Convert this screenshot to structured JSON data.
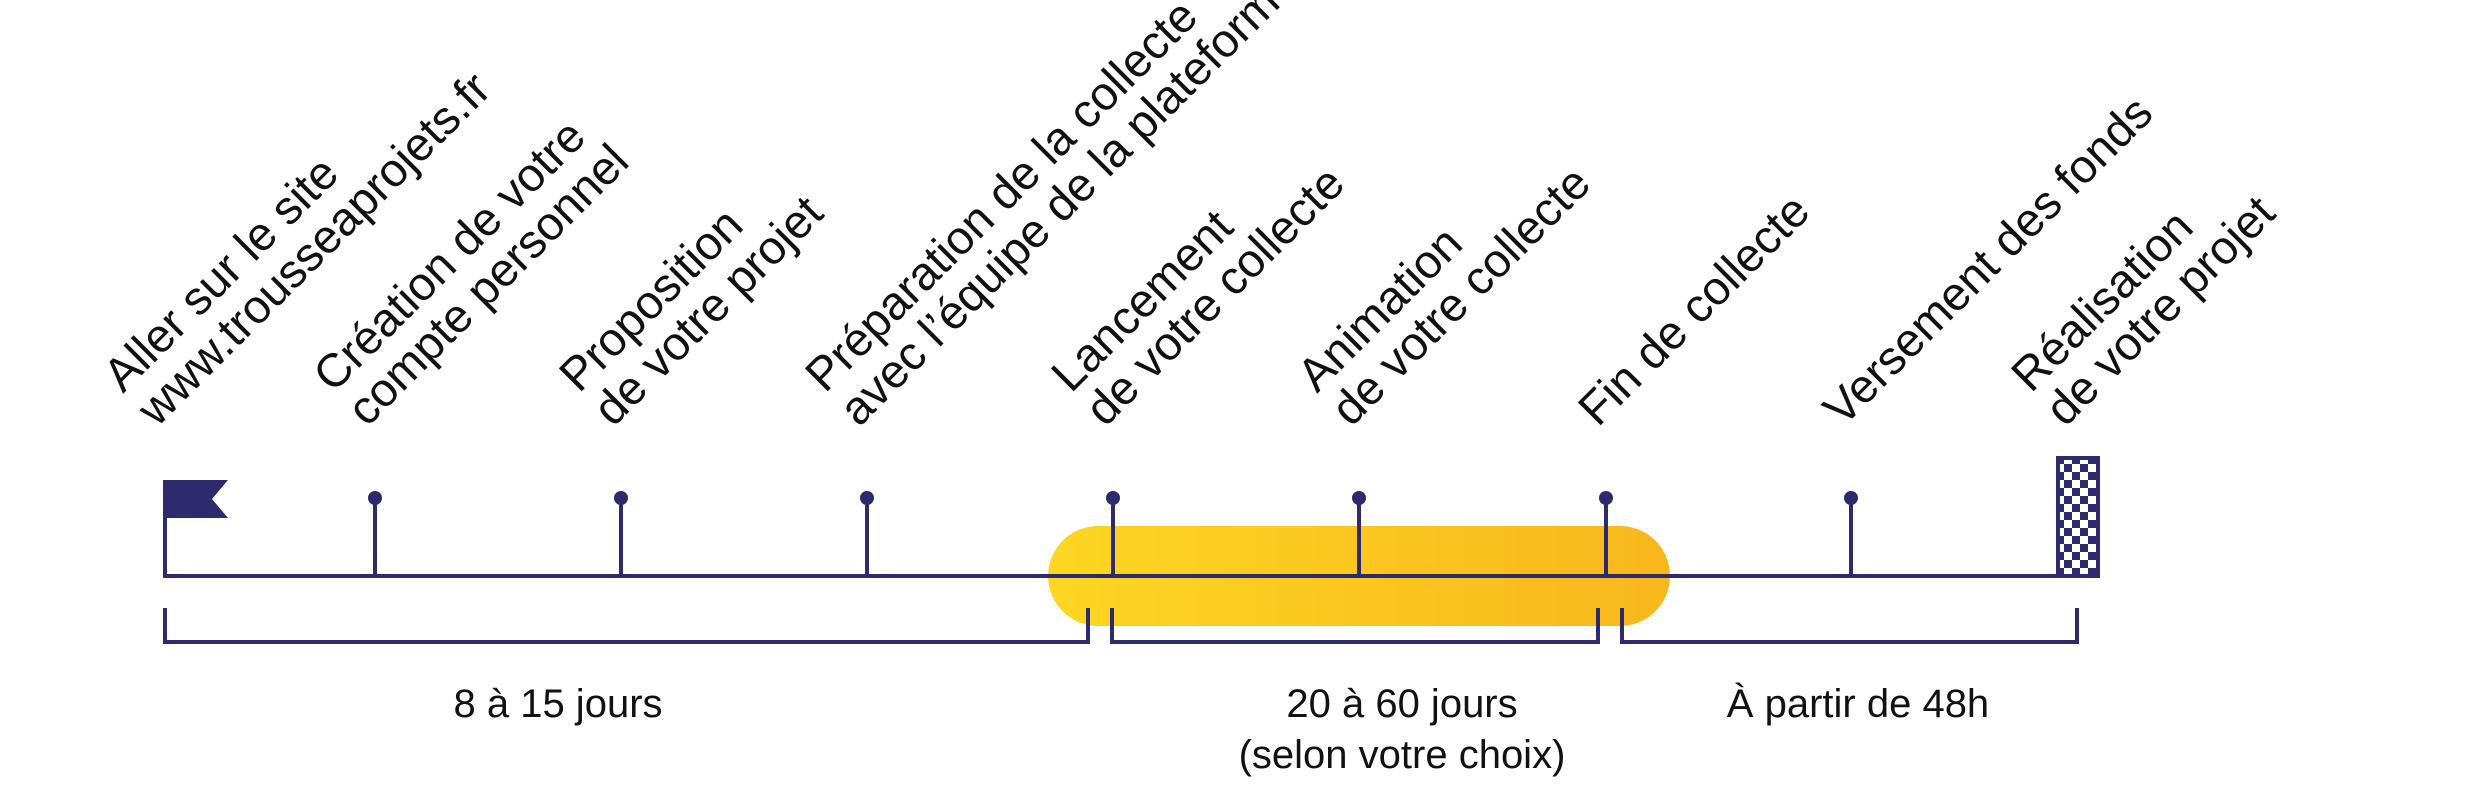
{
  "colors": {
    "line": "#2d2a6e",
    "highlight_start": "#fdd623",
    "highlight_end": "#f8b71c",
    "text": "#111111"
  },
  "start_icon": "flag-icon",
  "end_icon": "checkered-flag-icon",
  "steps": [
    {
      "line1": "Aller sur le site",
      "line2": "www.trousseaprojets.fr"
    },
    {
      "line1": "Création de votre",
      "line2": "compte personnel"
    },
    {
      "line1": "Proposition",
      "line2": "de votre projet"
    },
    {
      "line1": "Préparation de la collecte",
      "line2": "avec l’équipe de la plateforme"
    },
    {
      "line1": "Lancement",
      "line2": "de votre collecte"
    },
    {
      "line1": "Animation",
      "line2": "de votre collecte"
    },
    {
      "line1": "Fin de collecte",
      "line2": ""
    },
    {
      "line1": "Versement des fonds",
      "line2": ""
    },
    {
      "line1": "Réalisation",
      "line2": "de votre projet"
    }
  ],
  "periods": [
    {
      "line1": "8 à 15 jours",
      "line2": ""
    },
    {
      "line1": "20 à 60 jours",
      "line2": "(selon votre choix)"
    },
    {
      "line1": "À partir de 48h",
      "line2": ""
    }
  ]
}
